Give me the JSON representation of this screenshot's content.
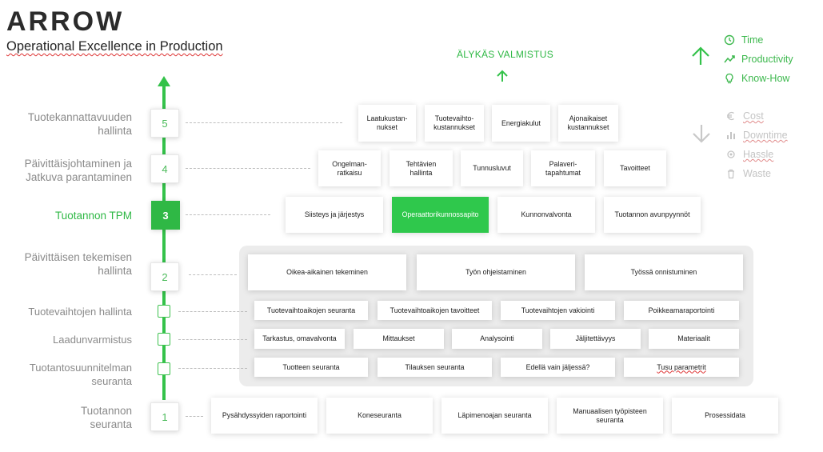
{
  "header": {
    "logo": "ARROW",
    "subtitle": "Operational Excellence in Production"
  },
  "goal": {
    "title": "ÄLYKÄS VALMISTUS"
  },
  "legend": {
    "increase": [
      {
        "label": "Time",
        "icon": "clock-icon"
      },
      {
        "label": "Productivity",
        "icon": "trend-up-icon"
      },
      {
        "label": "Know-How",
        "icon": "lightbulb-icon"
      }
    ],
    "decrease": [
      {
        "label": "Cost",
        "icon": "euro-icon"
      },
      {
        "label": "Downtime",
        "icon": "bar-chart-icon"
      },
      {
        "label": "Hassle",
        "icon": "gear-icon"
      },
      {
        "label": "Waste",
        "icon": "trash-icon"
      }
    ]
  },
  "levels": {
    "l5": {
      "label_1": "Tuotekannattavuuden",
      "label_2": "hallinta",
      "step": "5"
    },
    "l4": {
      "label_1": "Päivittäisjohtaminen ja",
      "label_2": "Jatkuva parantaminen",
      "step": "4"
    },
    "l3": {
      "label": "Tuotannon TPM",
      "step": "3"
    },
    "l2": {
      "label_1": "Päivittäisen tekemisen",
      "label_2": "hallinta",
      "step": "2"
    },
    "l2a": {
      "label": "Tuotevaihtojen hallinta"
    },
    "l2b": {
      "label": "Laadunvarmistus"
    },
    "l2c": {
      "label": "Tuotantosuunnitelman seuranta"
    },
    "l1": {
      "label_1": "Tuotannon",
      "label_2": "seuranta",
      "step": "1"
    }
  },
  "cards": {
    "r5": [
      "Laatukustan-\nnukset",
      "Tuotevaihto-\nkustannukset",
      "Energiakulut",
      "Ajonaikaiset\nkustannukset"
    ],
    "r4": [
      "Ongelman-\nratkaisu",
      "Tehtävien\nhallinta",
      "Tunnusluvut",
      "Palaveri-\ntapahtumat",
      "Tavoitteet"
    ],
    "r3": [
      "Siisteys ja järjestys",
      "Operaattorikunnossapito",
      "Kunnonvalvonta",
      "Tuotannon avunpyynnöt"
    ],
    "r2": [
      "Oikea-aikainen tekeminen",
      "Työn ohjeistaminen",
      "Työssä onnistuminen"
    ],
    "r2a": [
      "Tuotevaihtoaikojen seuranta",
      "Tuotevaihtoaikojen tavoitteet",
      "Tuotevaihtojen vakiointi",
      "Poikkeamaraportointi"
    ],
    "r2b": [
      "Tarkastus, omavalvonta",
      "Mittaukset",
      "Analysointi",
      "Jäljitettävyys",
      "Materiaalit"
    ],
    "r2c": [
      "Tuotteen seuranta",
      "Tilauksen seuranta",
      "Edellä vain jäljessä?",
      "Tusu parametrit"
    ],
    "r1": [
      "Pysähdyssyiden raportointi",
      "Koneseuranta",
      "Läpimenoajan seuranta",
      "Manuaalisen työpisteen\nseuranta",
      "Prosessidata"
    ]
  },
  "colors": {
    "accent": "#2fb845",
    "highlight_card": "#2fc84c",
    "muted_text": "#8a8a8a"
  }
}
